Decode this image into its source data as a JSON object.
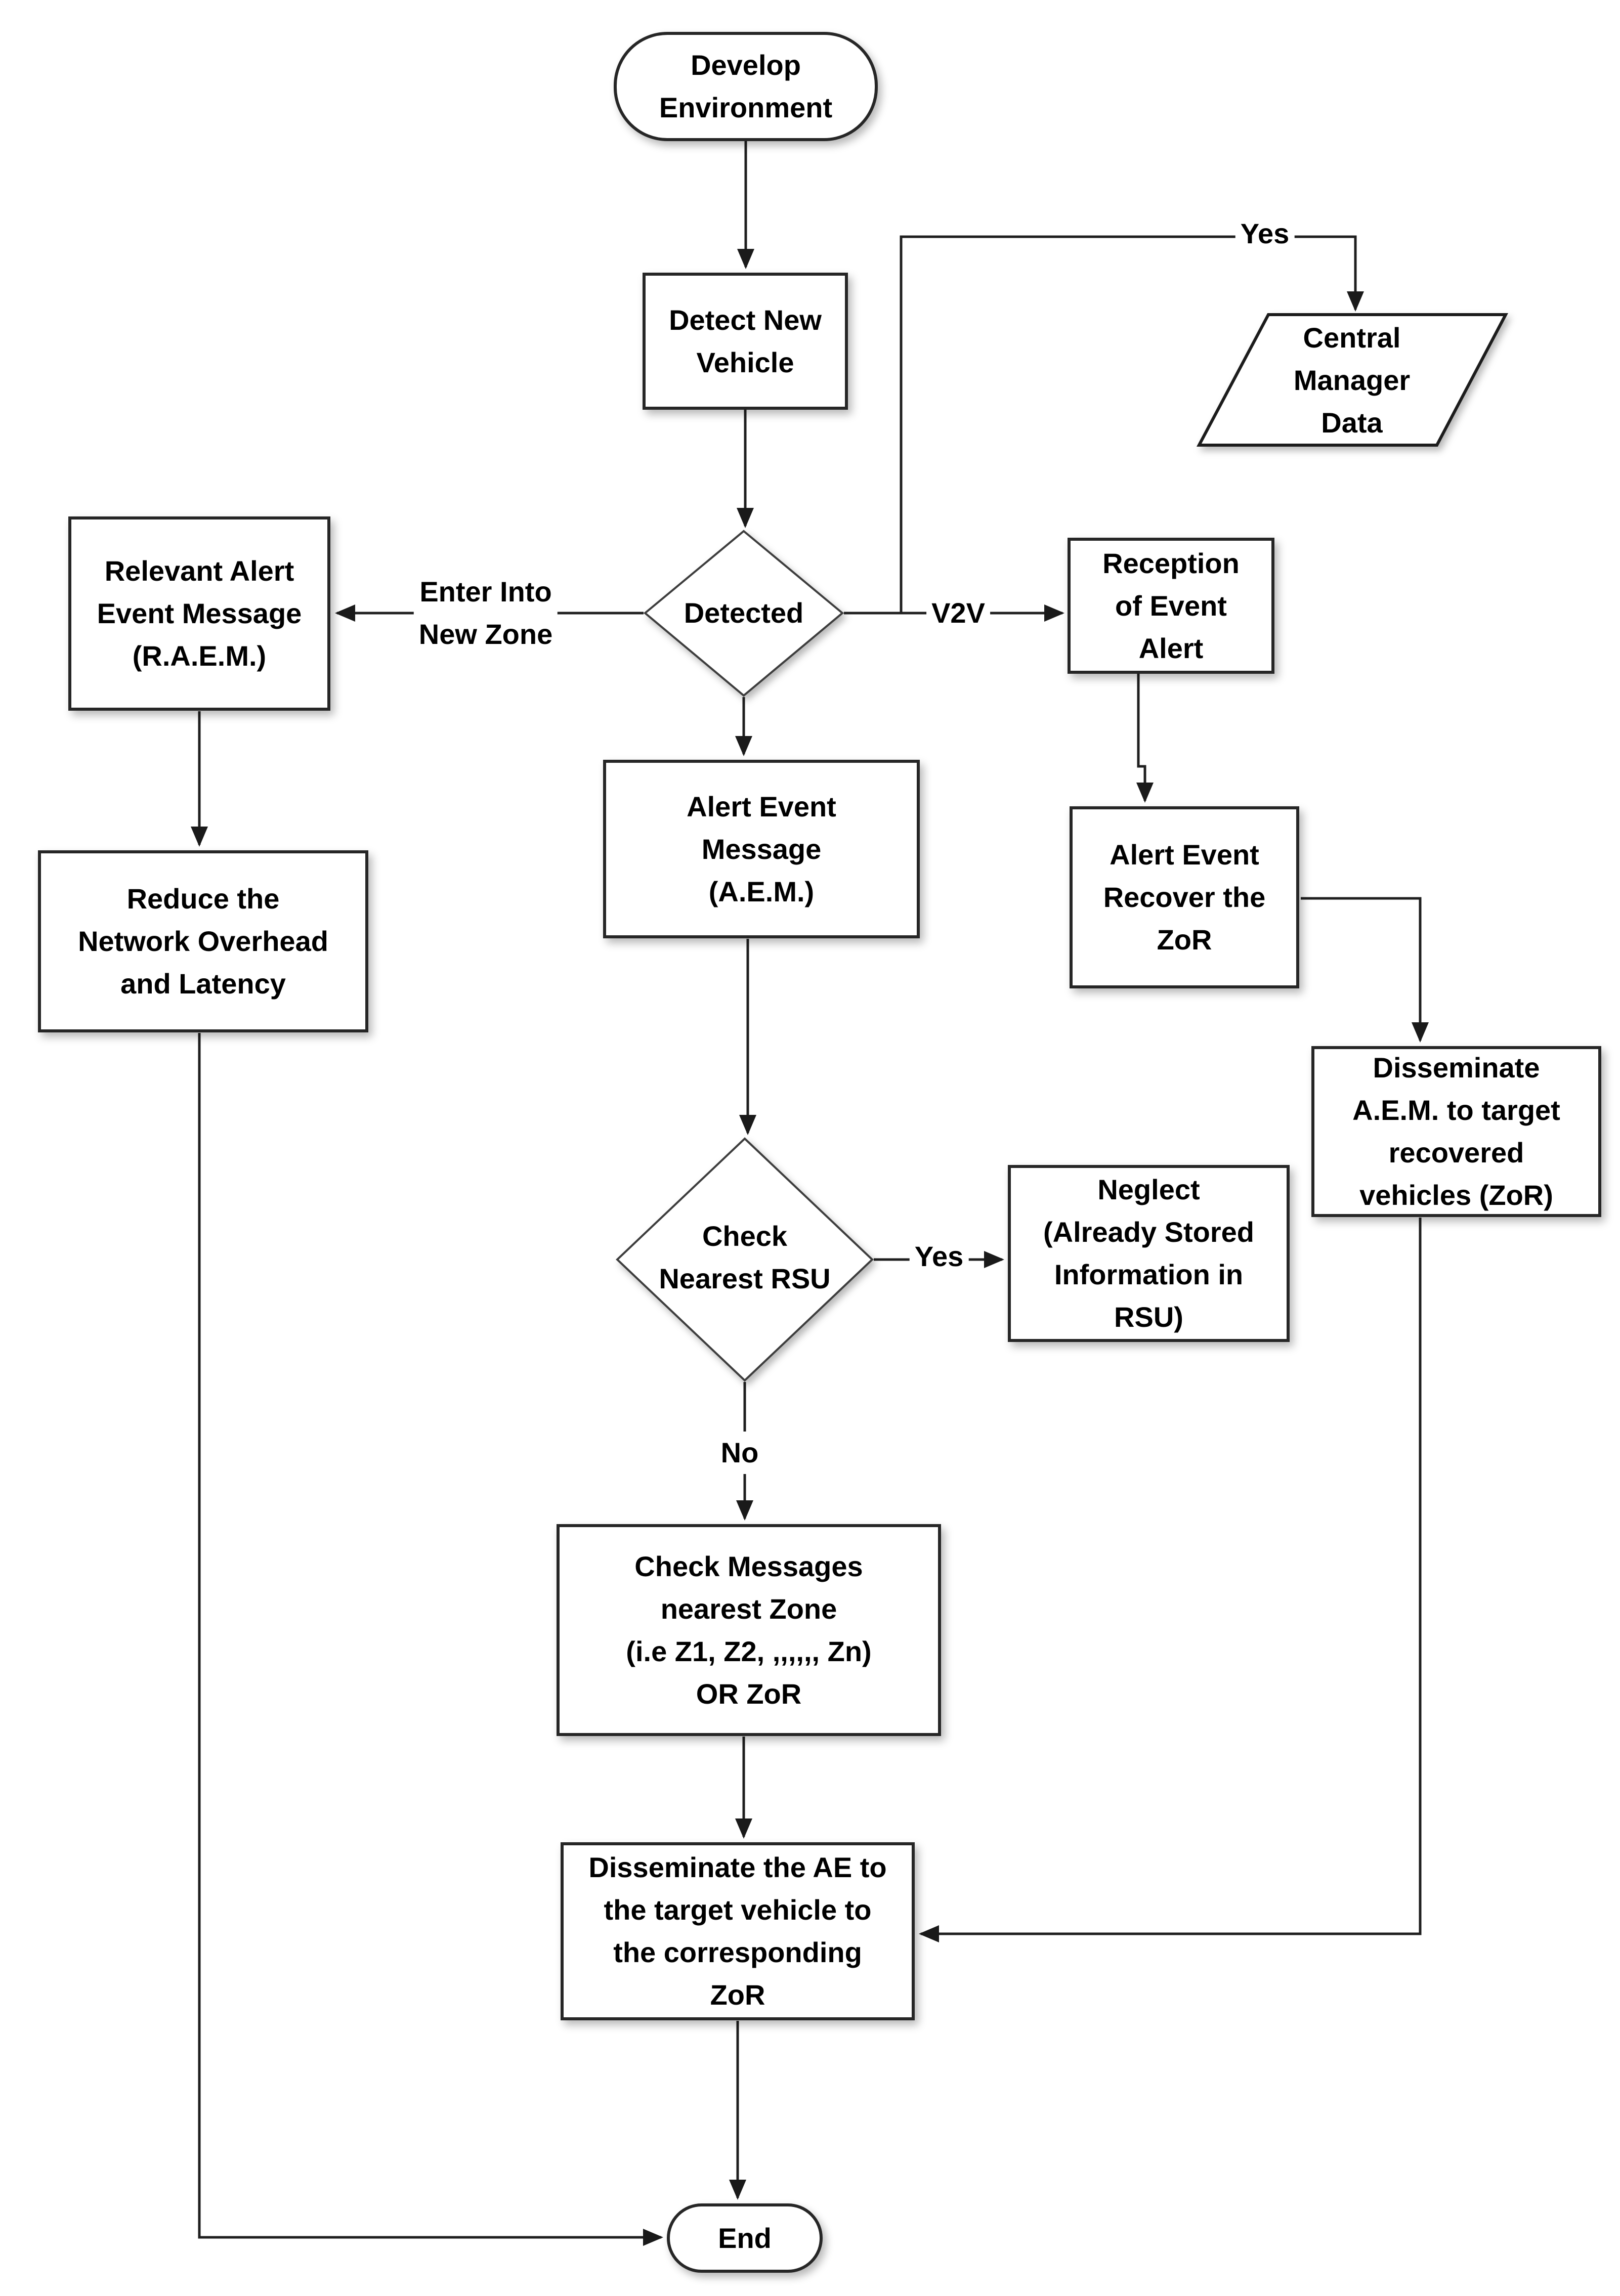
{
  "diagram": {
    "background": "#ffffff",
    "line_color": "#1f1f1f",
    "node_fill": "#ffffff",
    "node_border_color": "#262626",
    "text_color": "#000000"
  },
  "nodes": {
    "start": {
      "shape": "stadium",
      "label": "Develop\nEnvironment"
    },
    "detect": {
      "shape": "rectangle",
      "label": "Detect New\nVehicle"
    },
    "detected": {
      "shape": "diamond",
      "label": "Detected"
    },
    "central_manager": {
      "shape": "parallelogram",
      "label": "Central\nManager\nData"
    },
    "raem": {
      "shape": "rectangle",
      "label": "Relevant Alert\nEvent Message\n(R.A.E.M.)"
    },
    "reduce": {
      "shape": "rectangle",
      "label": "Reduce the\nNetwork Overhead\nand Latency"
    },
    "reception": {
      "shape": "rectangle",
      "label": "Reception\nof Event\nAlert"
    },
    "recover": {
      "shape": "rectangle",
      "label": "Alert Event\nRecover the\nZoR"
    },
    "aem": {
      "shape": "rectangle",
      "label": "Alert Event\nMessage\n(A.E.M.)"
    },
    "disseminate_zor": {
      "shape": "rectangle",
      "label": "Disseminate\nA.E.M. to target\nrecovered\nvehicles (ZoR)"
    },
    "check_rsu": {
      "shape": "diamond",
      "label": "Check\nNearest RSU"
    },
    "neglect": {
      "shape": "rectangle",
      "label": "Neglect\n(Already Stored\nInformation in\nRSU)"
    },
    "check_messages": {
      "shape": "rectangle",
      "label": "Check Messages\nnearest Zone\n(i.e Z1, Z2, ,,,,,, Zn)\nOR ZoR"
    },
    "disseminate_ae": {
      "shape": "rectangle",
      "label": "Disseminate the AE to\nthe target vehicle to\nthe corresponding\nZoR"
    },
    "end": {
      "shape": "stadium",
      "label": "End"
    }
  },
  "edge_labels": {
    "yes_central": "Yes",
    "enter_new_zone": "Enter Into\nNew Zone",
    "v2v": "V2V",
    "yes_rsu": "Yes",
    "no_rsu": "No"
  }
}
